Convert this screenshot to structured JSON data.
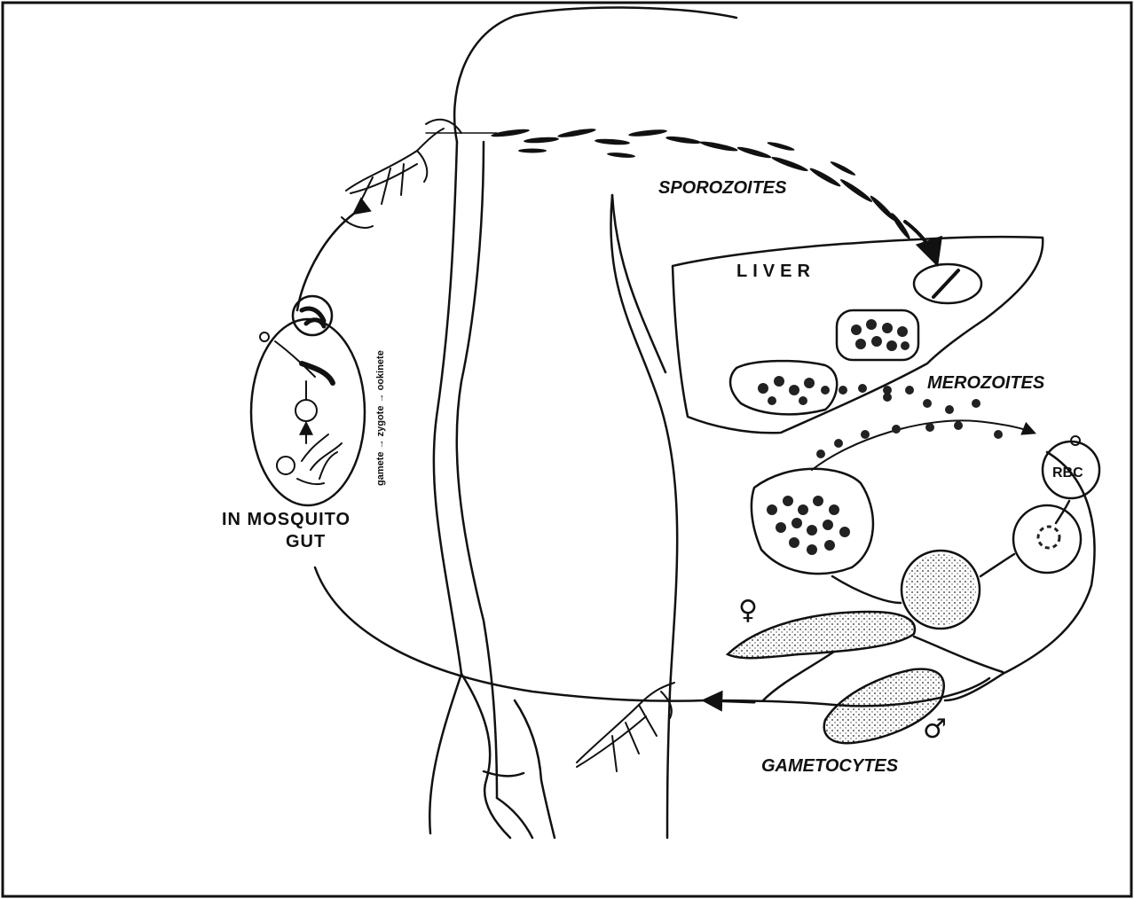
{
  "labels": {
    "sporozoites": "SPOROZOITES",
    "liver": "LIVER",
    "merozoites": "MEROZOITES",
    "rbc": "RBC",
    "gametocytes": "GAMETOCYTES",
    "mosquito_line1": "IN MOSQUITO",
    "mosquito_line2": "GUT",
    "gut_stages": "gamete → zygote → ookinete",
    "female_symbol": "♀",
    "male_symbol": "♂"
  },
  "colors": {
    "ink": "#111111",
    "paper": "#ffffff"
  }
}
